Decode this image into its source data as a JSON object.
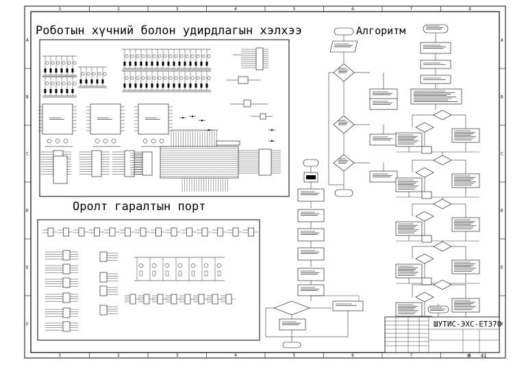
{
  "titles": {
    "robot_circuit": "Роботын хүчний болон удирдлагын хэлхээ",
    "io_port": "Оролт гаралтын порт",
    "algorithm": "Алгоритм"
  },
  "grid": {
    "columns": [
      "1",
      "2",
      "3",
      "4",
      "5",
      "6",
      "7",
      "8"
    ],
    "rows": [
      "A",
      "B",
      "C",
      "D",
      "E",
      "F"
    ]
  },
  "title_block": {
    "code": "ШУТИС-ЭХС-ЕТ370",
    "sheet": "8",
    "sheets": "41"
  }
}
